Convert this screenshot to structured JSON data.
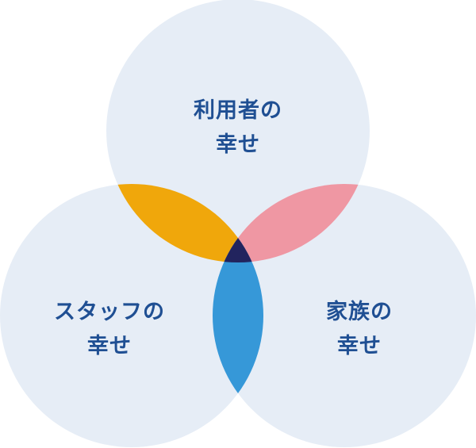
{
  "circles": [
    {
      "id": "user",
      "line1": "利用者の",
      "line2": "幸せ"
    },
    {
      "id": "staff",
      "line1": "スタッフの",
      "line2": "幸せ"
    },
    {
      "id": "family",
      "line1": "家族の",
      "line2": "幸せ"
    }
  ],
  "colors": {
    "circle_fill": "#e6edf6",
    "overlap_user_staff": "#f0a70b",
    "overlap_user_family": "#ef97a3",
    "overlap_staff_family": "#3698d8",
    "overlap_center": "#22245e",
    "label_text": "#1f4f93"
  }
}
